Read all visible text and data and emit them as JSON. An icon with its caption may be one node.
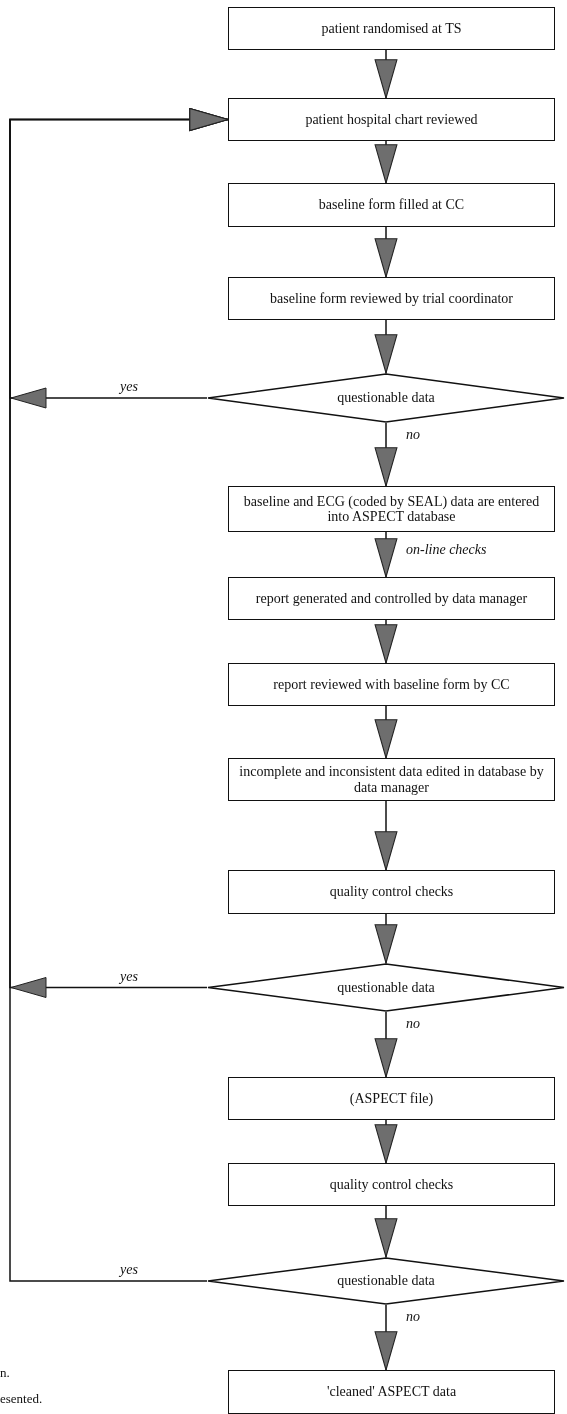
{
  "diagram": {
    "nodes": [
      {
        "text": [
          "patient randomised at TS"
        ]
      },
      {
        "text": [
          "patient hospital chart reviewed"
        ]
      },
      {
        "text": [
          "baseline form filled at CC"
        ]
      },
      {
        "text": [
          "baseline form reviewed by trial coordinator"
        ]
      },
      {
        "text": [
          "questionable data"
        ]
      },
      {
        "text": [
          "baseline and ECG (coded by SEAL) data are entered into ASPECT database"
        ]
      },
      {
        "text": [
          "report generated and controlled by data manager"
        ]
      },
      {
        "text": [
          "report reviewed with baseline form by CC"
        ]
      },
      {
        "text": [
          "incomplete and inconsistent data edited in database by data manager"
        ]
      },
      {
        "text": [
          "quality control checks"
        ]
      },
      {
        "text": [
          "questionable data"
        ]
      },
      {
        "text": [
          "(ASPECT file)"
        ]
      },
      {
        "text": [
          "quality control checks"
        ]
      },
      {
        "text": [
          "questionable data"
        ]
      },
      {
        "text": [
          "'cleaned' ASPECT data"
        ]
      }
    ],
    "edges": [
      {
        "from": 0,
        "to": 1,
        "arrow": "to"
      },
      {
        "from": 1,
        "to": 2,
        "arrow": "to"
      },
      {
        "from": 2,
        "to": 3,
        "arrow": "to"
      },
      {
        "from": 3,
        "to": 4,
        "arrow": "to"
      },
      {
        "from": 4,
        "to": 5,
        "arrow": "to",
        "label": "no"
      },
      {
        "from": 5,
        "to": 6,
        "arrow": "to",
        "label": "on-line checks"
      },
      {
        "from": 6,
        "to": 7,
        "arrow": "to"
      },
      {
        "from": 7,
        "to": 8,
        "arrow": "to"
      },
      {
        "from": 8,
        "to": 9,
        "arrow": "to"
      },
      {
        "from": 9,
        "to": 10,
        "arrow": "to"
      },
      {
        "from": 10,
        "to": 11,
        "arrow": "to",
        "label": "no"
      },
      {
        "from": 11,
        "to": 12,
        "arrow": "to"
      },
      {
        "from": 12,
        "to": 13,
        "arrow": "to"
      },
      {
        "from": 13,
        "to": 14,
        "arrow": "to",
        "label": "no"
      },
      {
        "from": 4,
        "to": 1,
        "arrow": "to",
        "label": "yes"
      },
      {
        "from": 10,
        "to": 1,
        "arrow": "to",
        "label": "yes"
      },
      {
        "from": 13,
        "to": 1,
        "arrow": "to",
        "label": "yes"
      }
    ],
    "labels": [
      "n.",
      "esented."
    ]
  }
}
